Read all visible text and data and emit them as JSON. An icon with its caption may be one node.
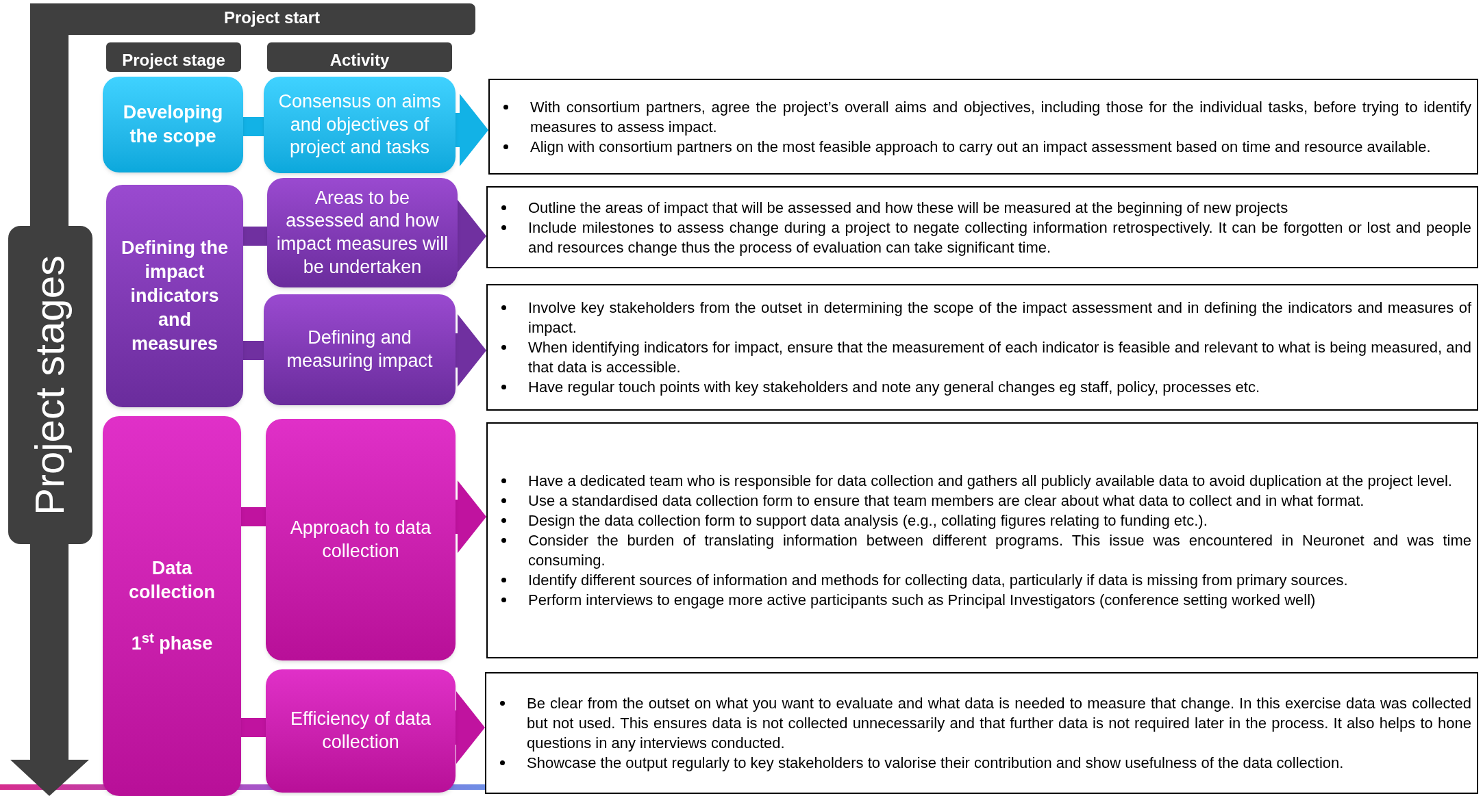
{
  "diagram": {
    "nodes": [
      {
        "text": [
          "Project stage"
        ]
      },
      {
        "text": [
          "Activity"
        ]
      },
      {
        "text": [
          "Developing the scope"
        ]
      },
      {
        "text": [
          "Consensus on aims and objectives of project and tasks"
        ]
      },
      {
        "text": [
          "With consortium partners, agree the project’s overall aims and objectives, including those for the individual tasks, before trying to identify measures to assess impact.",
          "Align with consortium partners on the most feasible approach to carry out an impact assessment based on time and resource available."
        ]
      },
      {
        "text": [
          "Defining the impact indicators and measures"
        ]
      },
      {
        "text": [
          "Areas to be assessed and how impact measures will be undertaken"
        ]
      },
      {
        "text": [
          "Outline the areas of impact that will be assessed and how these will be measured at the beginning of new projects",
          "Include milestones to assess change during a project to negate collecting information retrospectively. It can be forgotten or lost and people and resources change thus the process of evaluation can take significant time."
        ]
      },
      {
        "text": [
          "Defining and measuring impact"
        ]
      },
      {
        "text": [
          "Involve key stakeholders from the outset in determining the scope of the impact assessment and in defining the indicators and measures of impact.",
          "When identifying indicators for impact, ensure that the measurement of each indicator is feasible and relevant to what is being measured, and that data is accessible.",
          "Have regular touch points with key stakeholders and note any general changes eg staff, policy, processes etc."
        ]
      },
      {
        "text": [
          "Data collection",
          "1$^{st}$ phase"
        ]
      },
      {
        "text": [
          "Approach to data collection"
        ]
      },
      {
        "text": [
          "Have a dedicated team who is responsible for data collection and gathers all publicly available data to avoid duplication at the project level.",
          "Use a standardised data collection form to ensure that team members are clear about what data to collect and in what format.",
          "Design the data collection form to support data analysis (e.g., collating figures relating to funding etc.).",
          "Consider the burden of translating information between different programs. This issue was encountered in Neuronet and was time consuming.",
          "Identify different sources of information and methods for collecting data, particularly if data is missing from primary sources.",
          "Perform interviews to engage more active participants such as Principal Investigators (conference setting worked well)"
        ]
      },
      {
        "text": [
          "Efficiency of data collection"
        ]
      },
      {
        "text": [
          "Be clear from the outset on what you want to evaluate and what data is needed to measure that change. In this exercise data was collected but not used. This ensures data is not collected unnecessarily and that further data is not required later in the process. It also helps to hone questions in any interviews conducted.",
          "Showcase the output regularly to key stakeholders to valorise their contribution and show usefulness of the data collection."
        ]
      }
    ],
    "edges": [
      {
        "from": 2,
        "to": 3,
        "arrow": "none",
        "color": "#12b2e6"
      },
      {
        "from": 3,
        "to": 4,
        "arrow": "to",
        "color": "#12b2e6"
      },
      {
        "from": 5,
        "to": 6,
        "arrow": "none"
      },
      {
        "from": 6,
        "to": 7,
        "arrow": "to"
      },
      {
        "from": 5,
        "to": 8,
        "arrow": "none"
      },
      {
        "from": 8,
        "to": 9,
        "arrow": "to"
      },
      {
        "from": 10,
        "to": 11,
        "arrow": "none",
        "color": "#c0139f"
      },
      {
        "from": 11,
        "to": 12,
        "arrow": "to",
        "color": "#c0139f"
      },
      {
        "from": 10,
        "to": 13,
        "arrow": "none",
        "color": "#c0139f"
      },
      {
        "from": 13,
        "to": 14,
        "arrow": "to",
        "color": "#c0139f"
      }
    ],
    "labels": [
      "Project start",
      "Project stages"
    ]
  }
}
